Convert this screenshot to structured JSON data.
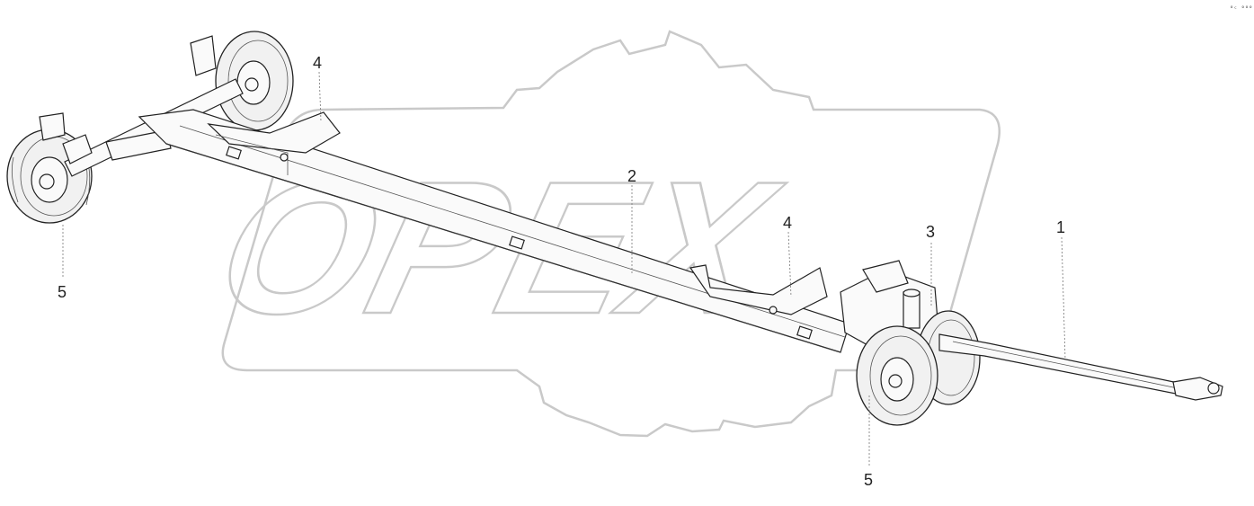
{
  "watermark": {
    "logo_text": "OPEX"
  },
  "corner_mark": "°ᶜ °°°",
  "callouts": [
    {
      "id": "1",
      "label": "1"
    },
    {
      "id": "2",
      "label": "2"
    },
    {
      "id": "3",
      "label": "3"
    },
    {
      "id": "4a",
      "label": "4"
    },
    {
      "id": "4b",
      "label": "4"
    },
    {
      "id": "5a",
      "label": "5"
    },
    {
      "id": "5b",
      "label": "5"
    }
  ],
  "colors": {
    "line": "#222222",
    "watermark": "#c9c9c9",
    "background": "#ffffff"
  }
}
